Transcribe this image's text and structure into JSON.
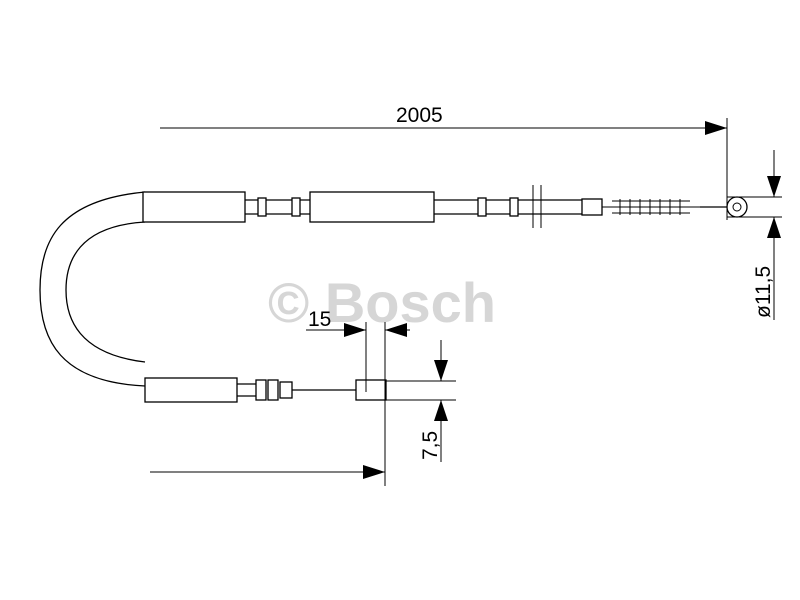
{
  "drawing": {
    "dimensions": {
      "total_length": "2005",
      "end_offset": "15",
      "eye_diameter": "ø11,5",
      "nipple_offset": "7,5"
    },
    "watermark": "© Bosch"
  }
}
